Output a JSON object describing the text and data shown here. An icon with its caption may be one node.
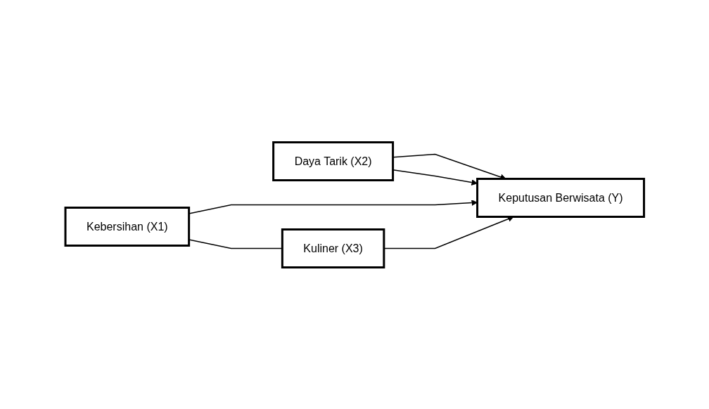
{
  "diagram": {
    "nodes": [
      {
        "text": [
          "Kebersihan (X1)"
        ]
      },
      {
        "text": [
          "Daya Tarik (X2)"
        ]
      },
      {
        "text": [
          "Kuliner (X3)"
        ]
      },
      {
        "text": [
          "Keputusan Berwisata (Y)"
        ]
      }
    ],
    "edges": [
      {
        "from": 0,
        "to": 3,
        "arrow": "to"
      },
      {
        "from": 1,
        "to": 3,
        "arrow": "to"
      },
      {
        "from": 2,
        "to": 3,
        "arrow": "to"
      },
      {
        "from": 0,
        "to": 2,
        "arrow": "none"
      },
      {
        "from": 1,
        "to": 3,
        "arrow": "to"
      }
    ]
  }
}
